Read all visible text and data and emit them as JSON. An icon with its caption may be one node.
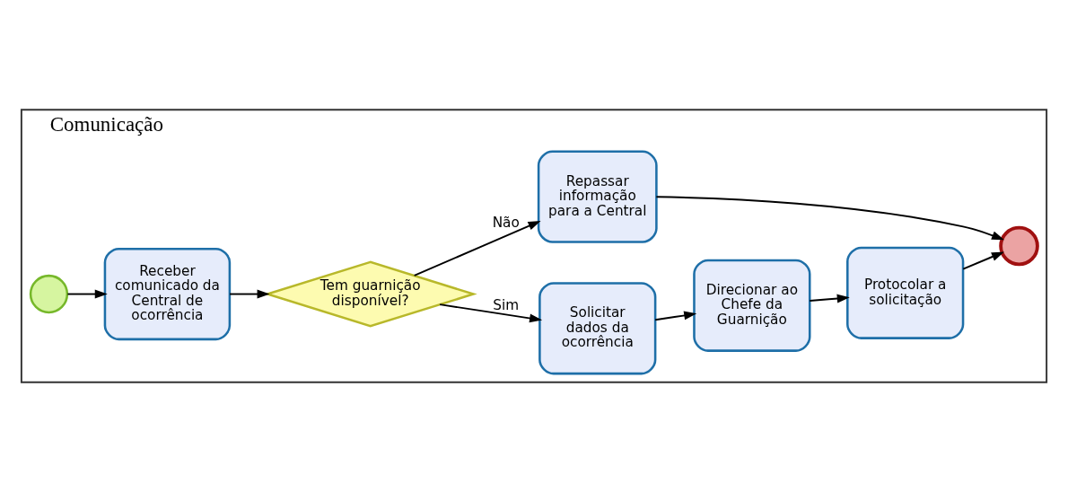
{
  "diagram": {
    "nodes": [
      {
        "text": [
          "Comunicação"
        ]
      },
      {
        "text": [],
        "shape": "circle",
        "in": 0
      },
      {
        "text": [
          "Receber comunicado da Central de ocorrência"
        ],
        "in": 0
      },
      {
        "text": [
          "Tem guarnição disponível?"
        ],
        "in": 0
      },
      {
        "text": [
          "Solicitar dados da ocorrência"
        ],
        "in": 0
      },
      {
        "text": [
          "Direcionar ao Chefe da Guarnição"
        ],
        "in": 0
      },
      {
        "text": [
          "Protocolar a solicitação"
        ],
        "in": 0
      },
      {
        "text": [
          "Repassar informação para a Central"
        ],
        "in": 0
      },
      {
        "text": [],
        "shape": "circle",
        "in": 0
      }
    ],
    "edges": [
      {
        "from": 1,
        "to": 2,
        "arrow": "to"
      },
      {
        "from": 2,
        "to": 3,
        "arrow": "to"
      },
      {
        "from": 3,
        "to": 4,
        "arrow": "to",
        "label": "Sim"
      },
      {
        "from": 4,
        "to": 5,
        "arrow": "to"
      },
      {
        "from": 5,
        "to": 6,
        "arrow": "to"
      },
      {
        "from": 6,
        "to": 8,
        "arrow": "to"
      },
      {
        "from": 3,
        "to": 7,
        "arrow": "to",
        "label": "Não"
      },
      {
        "from": 7,
        "to": 8,
        "arrow": "to"
      }
    ]
  }
}
